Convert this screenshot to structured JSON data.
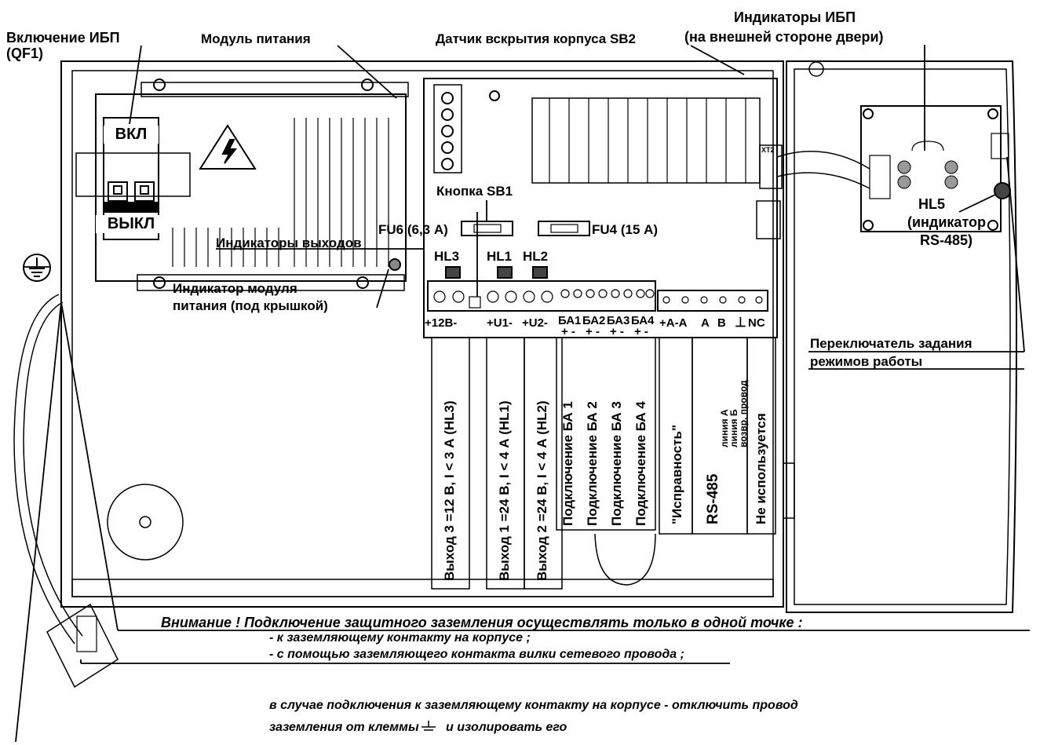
{
  "labels": {
    "ups_switch_line1": "Включение ИБП",
    "ups_switch_line2": "(QF1)",
    "power_module": "Модуль питания",
    "case_sensor": "Датчик вскрытия корпуса SB2",
    "ups_indicators_line1": "Индикаторы ИБП",
    "ups_indicators_line2": "(на внешней стороне двери)",
    "on": "ВКЛ",
    "off": "ВЫКЛ",
    "button_sb1": "Кнопка SB1",
    "fu6": "FU6 (6,3 А)",
    "fu4": "FU4 (15 А)",
    "output_indicators": "Индикаторы выходов",
    "hl3": "HL3",
    "hl1": "HL1",
    "hl2": "HL2",
    "module_indicator_line1": "Индикатор модуля",
    "module_indicator_line2": "питания (под крышкой)",
    "hl5_line1": "HL5",
    "hl5_line2": "(индикатор",
    "hl5_line3": "RS-485)",
    "mode_switch_line1": "Переключатель задания",
    "mode_switch_line2": "режимов работы",
    "xt2": "XT2"
  },
  "terminals": {
    "t12": "+12В-",
    "u1": "+U1-",
    "u2": "+U2-",
    "ba1": "БА1",
    "ba2": "БА2",
    "ba3": "БА3",
    "ba4": "БА4",
    "pm": "+ -",
    "a_plus": "+А-А",
    "a": "А",
    "b": "В",
    "gnd": "⊥",
    "nc": "NC"
  },
  "vertical_labels": {
    "out3": "Выход 3 =12 В, I < 3 А (HL3)",
    "out1": "Выход 1 =24 В, I < 4 А (HL1)",
    "out2": "Выход 2 =24 В, I < 4 А (HL2)",
    "ba1": "Подключение БА 1",
    "ba2": "Подключение БА 2",
    "ba3": "Подключение БА 3",
    "ba4": "Подключение БА 4",
    "ok": "\"Исправность\"",
    "rs485": "RS-485",
    "line_a": "линия А",
    "line_b": "линия Б",
    "return": "возвр. провод",
    "unused": "Не используется"
  },
  "warning": {
    "main": "Внимание ! Подключение защитного заземления осуществлять только в одной точке :",
    "item1": "- к заземляющему контакту на корпусе ;",
    "item2": "- с помощью заземляющего контакта вилки сетевого провода ;",
    "note_line1": "в случае подключения к заземляющему контакту на корпусе - отключить провод",
    "note_line2": "заземления от клеммы",
    "note_line3": "и изолировать его"
  },
  "icons": [
    "ground-icon",
    "high-voltage-icon",
    "indicator-led-icon"
  ]
}
